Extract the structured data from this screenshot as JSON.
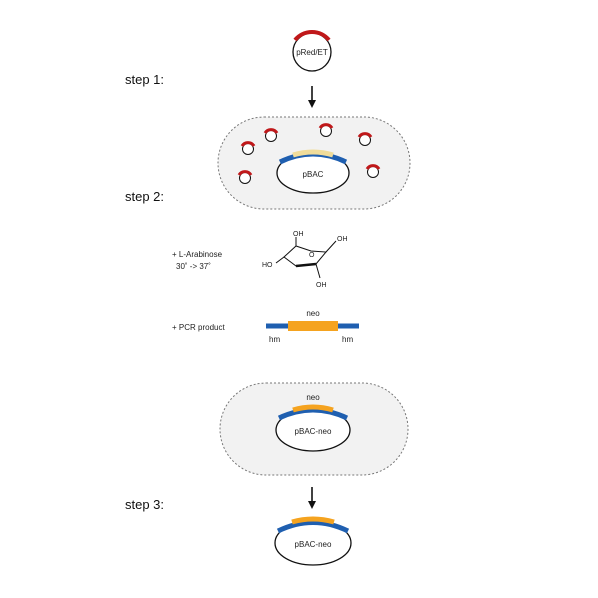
{
  "steps": {
    "step1": "step 1:",
    "step2": "step 2:",
    "step3": "step 3:"
  },
  "plasmids": {
    "red_et": "pRed/ET",
    "bac": "pBAC",
    "bac_neo": "pBAC-neo"
  },
  "conditions": {
    "arabinose": "+ L-Arabinose",
    "temperature": "30˚ -> 37˚",
    "pcr": "+ PCR product"
  },
  "pcr_product": {
    "gene": "neo",
    "left_arm": "hm",
    "right_arm": "hm"
  },
  "sugar": {
    "oh_top1": "OH",
    "oh_top2": "OH",
    "ho_left": "HO",
    "ring_o": "O",
    "oh_bottom": "OH"
  },
  "colors": {
    "homology_arm": "#1f5fb0",
    "neo_cassette": "#f5a31f",
    "target_region": "#f0dc9a",
    "red_et": "#c0181a",
    "cell_fill": "#f2f2f2"
  }
}
